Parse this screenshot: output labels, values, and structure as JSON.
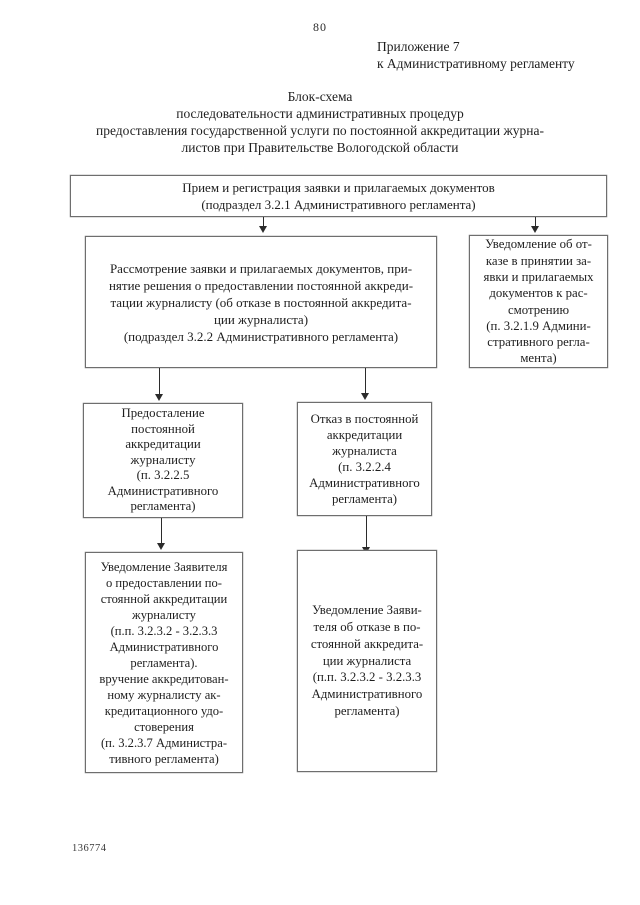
{
  "page": {
    "number": "80",
    "appendix": "Приложение 7\nк Административному регламенту",
    "title": "Блок-схема\nпоследовательности административных процедур\nпредоставления государственной услуги по постоянной аккредитации журна-\nлистов при Правительстве Вологодской области",
    "footer_code": "136774"
  },
  "flowchart": {
    "boxes": [
      {
        "id": "reception",
        "text": "Прием и регистрация заявки и прилагаемых документов\n(подраздел 3.2.1 Административного регламента)"
      },
      {
        "id": "review",
        "text": "Рассмотрение заявки и прилагаемых документов,  при-\nнятие решения о предоставлении постоянной аккреди-\nтации журналисту (об отказе в постоянной аккредита-\nции журналиста)\n(подраздел 3.2.2 Административного регламента)"
      },
      {
        "id": "reject-notice",
        "text": "Уведомление об от-\nказе в принятии за-\nявки и прилагаемых\nдокументов к рас-\nсмотрению\n(п. 3.2.1.9 Админи-\nстративного регла-\nмента)"
      },
      {
        "id": "grant",
        "text": "Предосталение\nпостоянной\nаккредитации\nжурналисту\n(п. 3.2.2.5\nАдминистративного\nрегламента)"
      },
      {
        "id": "refusal",
        "text": "Отказ в постоянной\nаккредитации\nжурналиста\n(п. 3.2.2.4\nАдминистративного\nрегламента)"
      },
      {
        "id": "grant-notice",
        "text": "Уведомление Заявителя\nо предоставлении по-\nстоянной аккредитации\nжурналисту\n(п.п. 3.2.3.2 - 3.2.3.3\nАдминистративного\nрегламента).\nвручение аккредитован-\nному журналисту ак-\nкредитационного удо-\nстоверения\n(п. 3.2.3.7 Администра-\nтивного регламента)"
      },
      {
        "id": "refusal-notice",
        "text": "Уведомление Заяви-\nтеля об отказе в по-\nстоянной аккредита-\nции журналиста\n(п.п. 3.2.3.2 - 3.2.3.3\nАдминистративного\nрегламента)"
      }
    ]
  },
  "colors": {
    "page_background": "#ffffff",
    "text": "#1e1e1e",
    "box_border": "#6e6e6e",
    "arrow": "#2b2b2b"
  }
}
